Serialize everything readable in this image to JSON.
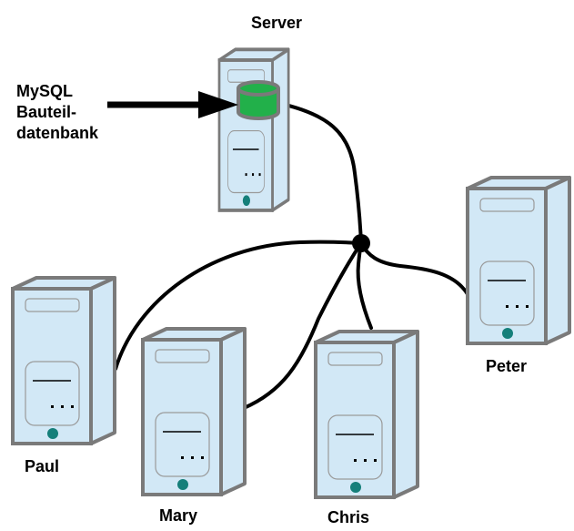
{
  "diagram": {
    "server": {
      "label": "Server"
    },
    "database": {
      "label_lines": [
        "MySQL",
        "Bauteil-",
        "datenbank"
      ]
    },
    "clients": [
      {
        "id": "paul",
        "label": "Paul"
      },
      {
        "id": "mary",
        "label": "Mary"
      },
      {
        "id": "chris",
        "label": "Chris"
      },
      {
        "id": "peter",
        "label": "Peter"
      }
    ],
    "tower_dots": "• • •",
    "colors": {
      "case_fill": "#d2e8f6",
      "case_stroke": "#7a7a7a",
      "db_fill": "#22b04a",
      "led": "#157f7a",
      "cable": "#000000"
    }
  }
}
